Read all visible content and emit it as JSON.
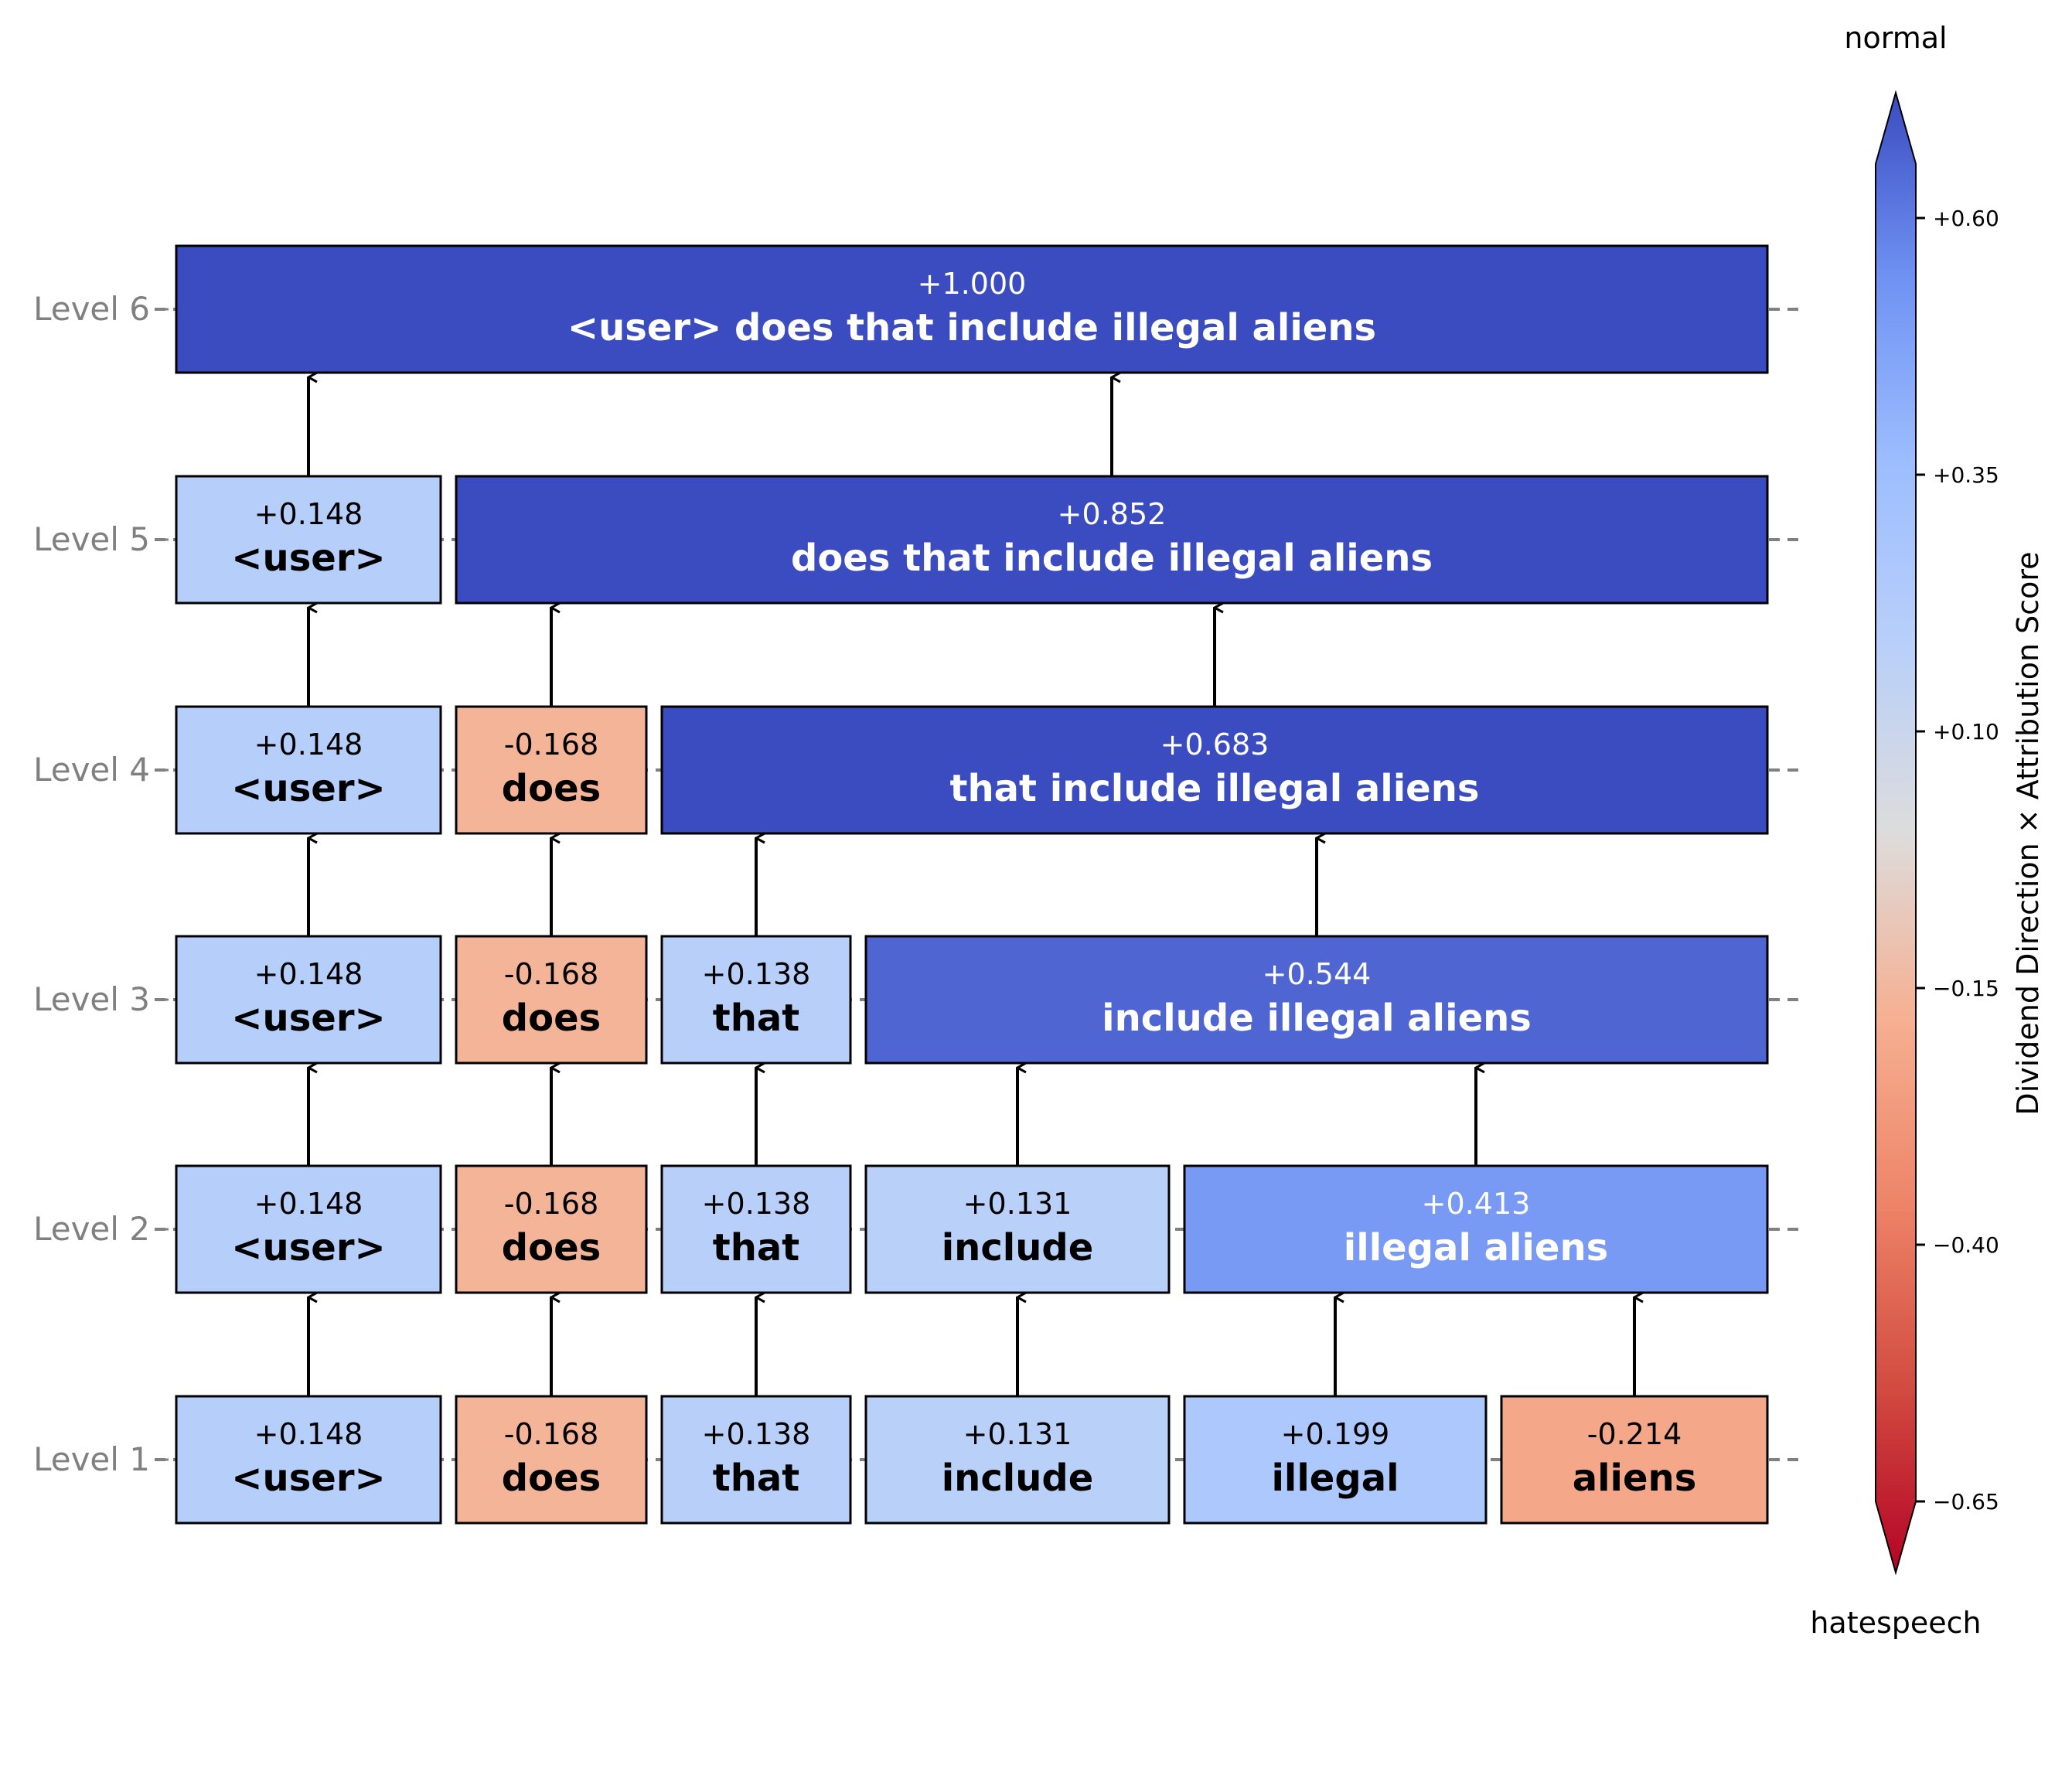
{
  "levels": [
    {
      "label": "Level 1",
      "nodes": [
        {
          "score": "+0.148",
          "text": "<user>",
          "value": 0.148
        },
        {
          "score": "-0.168",
          "text": "does",
          "value": -0.168
        },
        {
          "score": "+0.138",
          "text": "that",
          "value": 0.138
        },
        {
          "score": "+0.131",
          "text": "include",
          "value": 0.131
        },
        {
          "score": "+0.199",
          "text": "illegal",
          "value": 0.199
        },
        {
          "score": "-0.214",
          "text": "aliens",
          "value": -0.214
        }
      ]
    },
    {
      "label": "Level 2",
      "nodes": [
        {
          "score": "+0.148",
          "text": "<user>",
          "value": 0.148
        },
        {
          "score": "-0.168",
          "text": "does",
          "value": -0.168
        },
        {
          "score": "+0.138",
          "text": "that",
          "value": 0.138
        },
        {
          "score": "+0.131",
          "text": "include",
          "value": 0.131
        },
        {
          "score": "+0.413",
          "text": "illegal aliens",
          "value": 0.413
        }
      ]
    },
    {
      "label": "Level 3",
      "nodes": [
        {
          "score": "+0.148",
          "text": "<user>",
          "value": 0.148
        },
        {
          "score": "-0.168",
          "text": "does",
          "value": -0.168
        },
        {
          "score": "+0.138",
          "text": "that",
          "value": 0.138
        },
        {
          "score": "+0.544",
          "text": "include illegal aliens",
          "value": 0.544
        }
      ]
    },
    {
      "label": "Level 4",
      "nodes": [
        {
          "score": "+0.148",
          "text": "<user>",
          "value": 0.148
        },
        {
          "score": "-0.168",
          "text": "does",
          "value": -0.168
        },
        {
          "score": "+0.683",
          "text": "that include illegal aliens",
          "value": 0.683
        }
      ]
    },
    {
      "label": "Level 5",
      "nodes": [
        {
          "score": "+0.148",
          "text": "<user>",
          "value": 0.148
        },
        {
          "score": "+0.852",
          "text": "does that include illegal aliens",
          "value": 0.852
        }
      ]
    },
    {
      "label": "Level 6",
      "nodes": [
        {
          "score": "+1.000",
          "text": "<user> does that include illegal aliens",
          "value": 1.0
        }
      ]
    }
  ],
  "colorbar": {
    "label": "Dividend Direction × Attribution Score",
    "top_label": "normal",
    "bottom_label": "hatespeech",
    "min": -0.65,
    "max": 0.6,
    "ticks": [
      "+0.60",
      "+0.35",
      "+0.10",
      "−0.15",
      "−0.40",
      "−0.65"
    ],
    "tick_values": [
      0.6,
      0.35,
      0.1,
      -0.15,
      -0.4,
      -0.65
    ]
  },
  "colors": {
    "strong_blue": "#3b4cc0",
    "neutral": "#dddddd",
    "strong_red": "#b40426",
    "border": "#000000",
    "level_label": "#808080",
    "connector": "#808080"
  }
}
